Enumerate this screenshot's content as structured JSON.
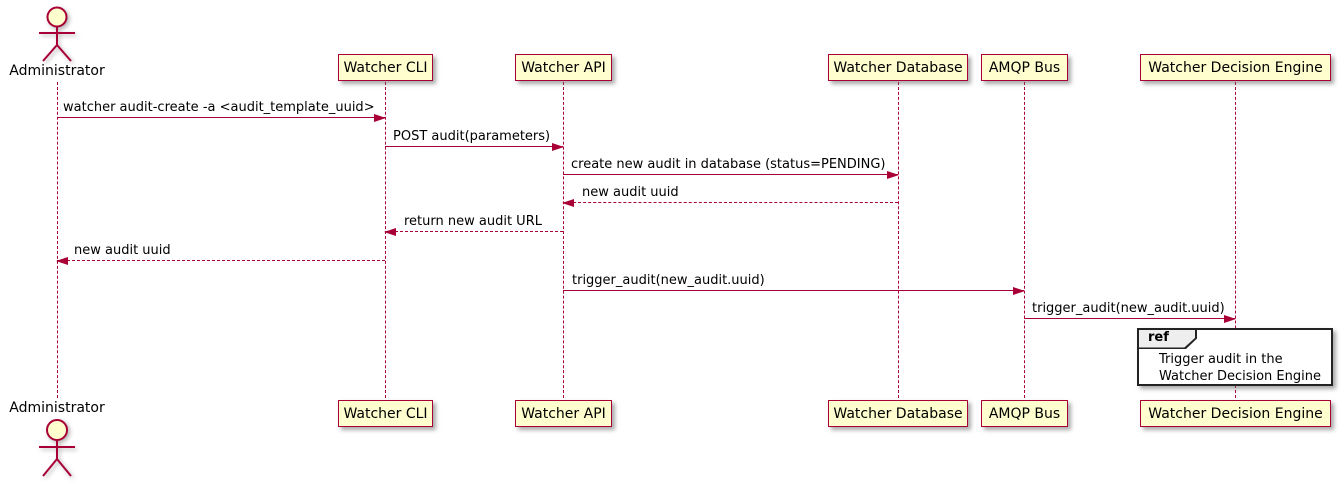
{
  "diagram": {
    "type": "uml-sequence-diagram",
    "colors": {
      "participant_fill": "#FEFECE",
      "participant_border": "#A80036",
      "message_arrow": "#A80036",
      "lifeline": "#A80036",
      "frame_border": "#232323",
      "frame_tab_fill": "#EEEEEE",
      "text": "#000000",
      "background": "#FFFFFF"
    },
    "participants": [
      {
        "name": "Administrator",
        "kind": "actor"
      },
      {
        "name": "Watcher CLI",
        "kind": "participant"
      },
      {
        "name": "Watcher API",
        "kind": "participant"
      },
      {
        "name": "Watcher Database",
        "kind": "participant"
      },
      {
        "name": "AMQP Bus",
        "kind": "participant"
      },
      {
        "name": "Watcher Decision Engine",
        "kind": "participant"
      }
    ],
    "messages": [
      {
        "from": "Administrator",
        "to": "Watcher CLI",
        "label": "watcher audit-create -a <audit_template_uuid>",
        "line": "solid"
      },
      {
        "from": "Watcher CLI",
        "to": "Watcher API",
        "label": "POST audit(parameters)",
        "line": "solid"
      },
      {
        "from": "Watcher API",
        "to": "Watcher Database",
        "label": "create new audit in database (status=PENDING)",
        "line": "solid"
      },
      {
        "from": "Watcher Database",
        "to": "Watcher API",
        "label": "new audit uuid",
        "line": "dashed"
      },
      {
        "from": "Watcher API",
        "to": "Watcher CLI",
        "label": "return new audit URL",
        "line": "dashed"
      },
      {
        "from": "Watcher CLI",
        "to": "Administrator",
        "label": "new audit uuid",
        "line": "dashed"
      },
      {
        "from": "Watcher API",
        "to": "AMQP Bus",
        "label": "trigger_audit(new_audit.uuid)",
        "line": "solid"
      },
      {
        "from": "AMQP Bus",
        "to": "Watcher Decision Engine",
        "label": "trigger_audit(new_audit.uuid)",
        "line": "solid"
      }
    ],
    "ref": {
      "keyword": "ref",
      "line1": "Trigger audit in the",
      "line2": "Watcher Decision Engine"
    }
  }
}
